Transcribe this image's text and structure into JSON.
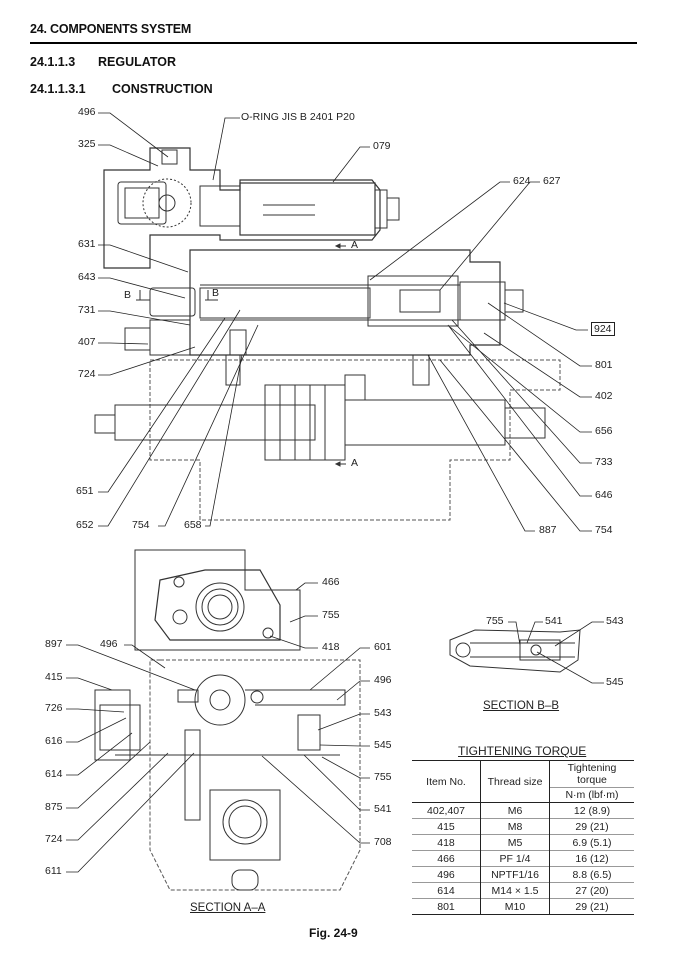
{
  "header": {
    "chapter": "24. COMPONENTS SYSTEM",
    "section_number": "24.1.1.3",
    "section_title": "REGULATOR",
    "subsection_number": "24.1.1.3.1",
    "subsection_title": "CONSTRUCTION"
  },
  "main_view": {
    "annotation_oring": "O-RING  JIS B 2401 P20",
    "section_marker_a": "A",
    "section_marker_b": "B",
    "labels_left": [
      "496",
      "325",
      "631",
      "643",
      "731",
      "407",
      "724",
      "651",
      "652",
      "754",
      "658"
    ],
    "labels_top": [
      "079",
      "624",
      "627"
    ],
    "labels_right": [
      "924",
      "801",
      "402",
      "656",
      "733",
      "646",
      "754",
      "887"
    ],
    "boxed_label": "924"
  },
  "section_aa": {
    "title": "SECTION A–A",
    "labels_left": [
      "897",
      "496",
      "415",
      "726",
      "616",
      "614",
      "875",
      "724",
      "611"
    ],
    "labels_right": [
      "466",
      "755",
      "418",
      "601",
      "496",
      "543",
      "545",
      "755",
      "541",
      "708"
    ]
  },
  "section_bb": {
    "title": "SECTION B–B",
    "labels": [
      "755",
      "541",
      "543",
      "545"
    ]
  },
  "torque_table": {
    "title": "TIGHTENING TORQUE",
    "headers": {
      "item": "Item No.",
      "thread": "Thread size",
      "torque": "Tightening torque",
      "unit": "N·m (lbf·m)"
    },
    "rows": [
      {
        "item": "402,407",
        "thread": "M6",
        "torque": "12 (8.9)"
      },
      {
        "item": "415",
        "thread": "M8",
        "torque": "29 (21)"
      },
      {
        "item": "418",
        "thread": "M5",
        "torque": "6.9 (5.1)"
      },
      {
        "item": "466",
        "thread": "PF 1/4",
        "torque": "16 (12)"
      },
      {
        "item": "496",
        "thread": "NPTF1/16",
        "torque": "8.8 (6.5)"
      },
      {
        "item": "614",
        "thread": "M14 × 1.5",
        "torque": "27 (20)"
      },
      {
        "item": "801",
        "thread": "M10",
        "torque": "29 (21)"
      }
    ]
  },
  "figure_caption": "Fig. 24-9"
}
